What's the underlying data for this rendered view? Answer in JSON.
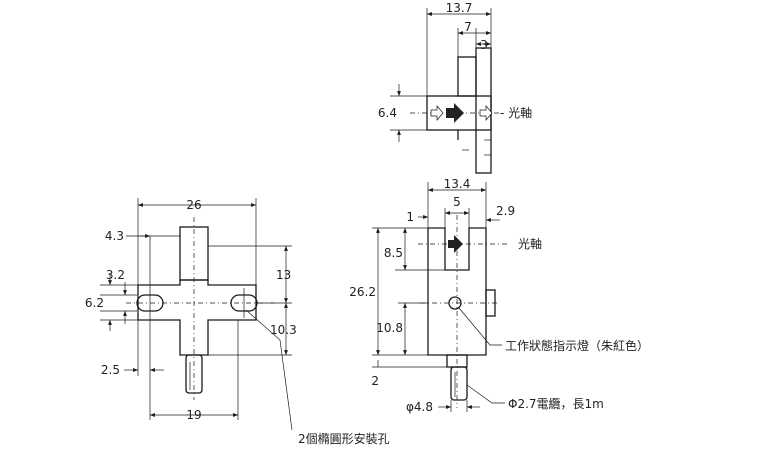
{
  "top_view": {
    "dims": {
      "width_total": "13.7",
      "width_mid": "7",
      "width_right": "3",
      "height": "6.4"
    },
    "axis_label": "- 光軸"
  },
  "front_view": {
    "dims": {
      "width": "26",
      "hole_offset": "4.3",
      "hole_height": "3.2",
      "center_height": "6.2",
      "upper_height": "13",
      "lower_height": "10.3",
      "side_gap": "2.5",
      "body_width": "19"
    },
    "hole_label": "2個橢圓形安裝孔"
  },
  "side_view": {
    "dims": {
      "width_total": "13.4",
      "slot_width": "5",
      "left_wall": "1",
      "right_wall": "2.9",
      "slot_depth": "8.5",
      "total_height": "26.2",
      "center_from_bottom": "10.8",
      "cable_offset": "2",
      "cable_dia": "φ4.8"
    },
    "axis_label": "光軸",
    "indicator_label": "工作狀態指示燈（朱紅色）",
    "cable_label": "Φ2.7電纜，長1m"
  }
}
